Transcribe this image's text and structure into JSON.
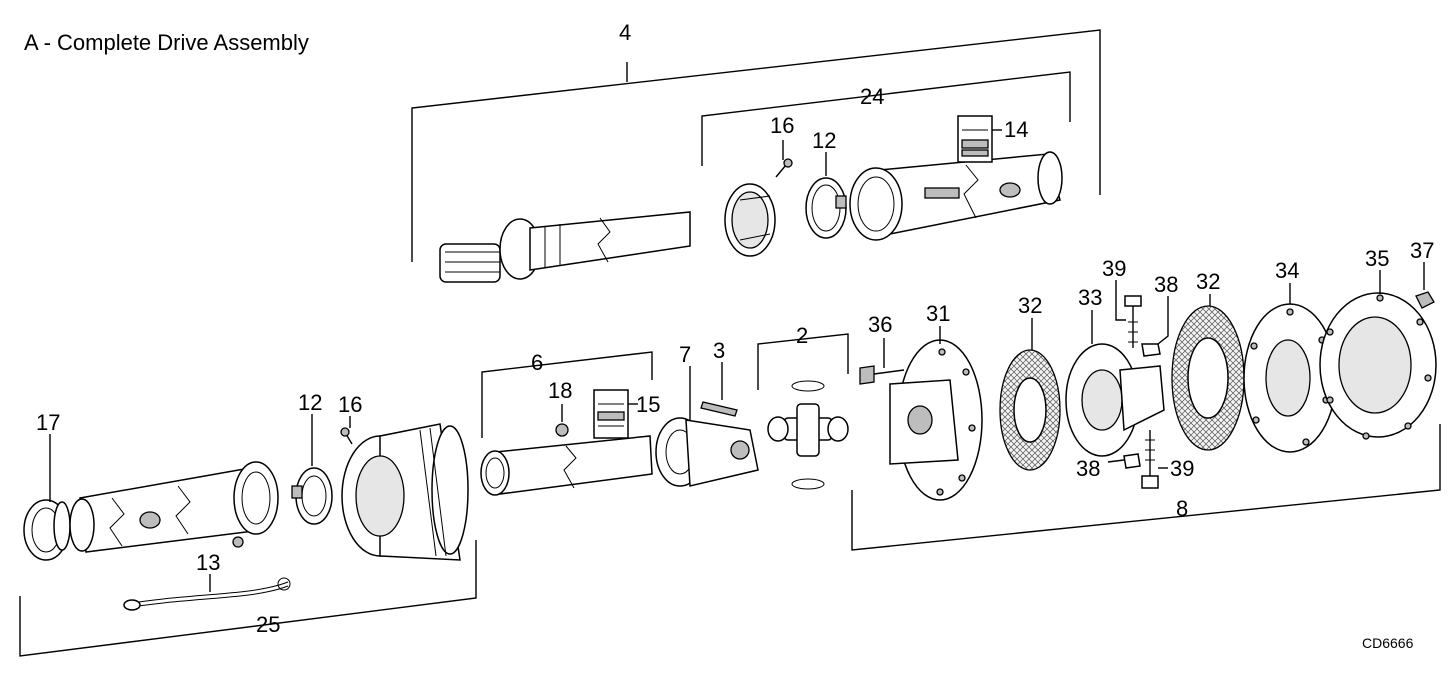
{
  "title": "A - Complete Drive Assembly",
  "code": "CD6666",
  "callouts": {
    "c4": "4",
    "c24": "24",
    "c16a": "16",
    "c12a": "12",
    "c14": "14",
    "c6": "6",
    "c7": "7",
    "c3": "3",
    "c2": "2",
    "c18": "18",
    "c15": "15",
    "c36": "36",
    "c31": "31",
    "c32a": "32",
    "c33": "33",
    "c39a": "39",
    "c38a": "38",
    "c32b": "32",
    "c34": "34",
    "c35": "35",
    "c37": "37",
    "c38b": "38",
    "c39b": "39",
    "c8": "8",
    "c17": "17",
    "c12b": "12",
    "c16b": "16",
    "c13": "13",
    "c25": "25"
  }
}
